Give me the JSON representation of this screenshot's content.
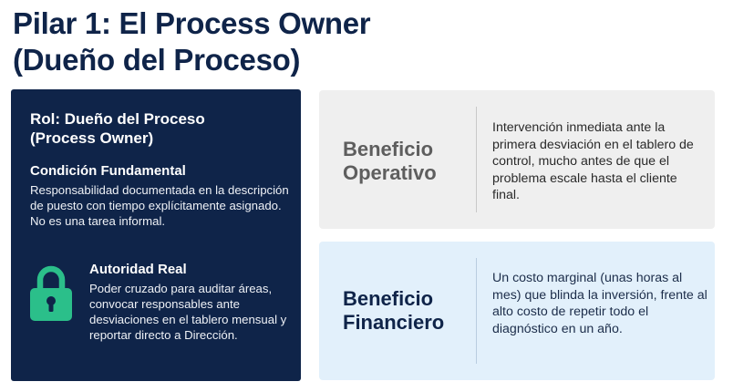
{
  "title": {
    "line1": "Pilar 1: El Process Owner",
    "line2": "(Dueño del Proceso)"
  },
  "left_panel": {
    "role_line1": "Rol: Dueño del Proceso",
    "role_line2": "(Process Owner)",
    "condition": {
      "heading": "Condición Fundamental",
      "body": "Responsabilidad documentada en la descripción de puesto con tiempo explícitamente asignado. No es una tarea informal."
    },
    "authority": {
      "icon": "lock-icon",
      "heading": "Autoridad Real",
      "body": "Poder cruzado para auditar áreas, convocar responsables ante desviaciones en el tablero mensual y reportar directo a Dirección."
    }
  },
  "benefits": {
    "operativo": {
      "label_line1": "Beneficio",
      "label_line2": "Operativo",
      "text": "Intervención inmediata ante la primera desviación en el tablero de control, mucho antes de que el problema escale hasta el cliente final."
    },
    "financiero": {
      "label_line1": "Beneficio",
      "label_line2": "Financiero",
      "text": "Un costo marginal (unas horas al mes) que blinda la inversión, frente al alto costo de repetir todo el diagnóstico en un año."
    }
  },
  "colors": {
    "navy": "#0f2449",
    "lock_green": "#2bbf8a",
    "gray_card": "#efefef",
    "blue_card": "#e2f0fb"
  }
}
